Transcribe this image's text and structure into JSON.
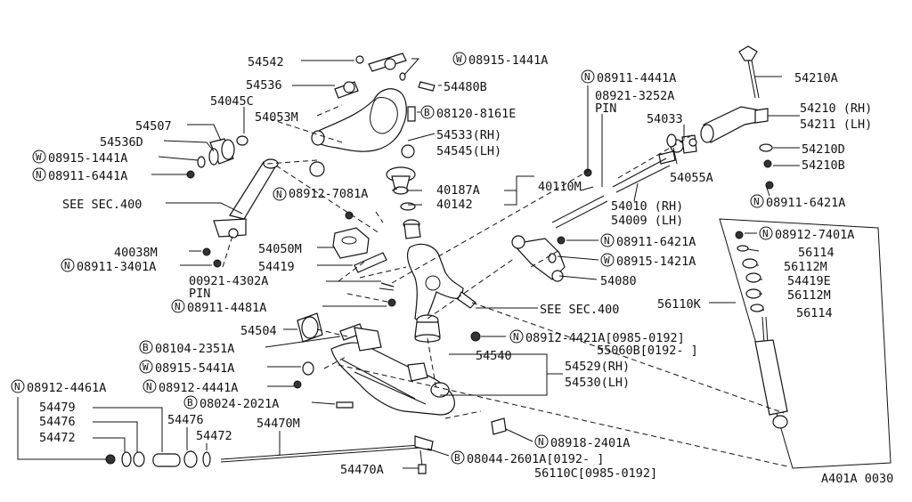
{
  "diagram_id": "A401A 0030",
  "labels": {
    "p54542": "54542",
    "p54536": "54536",
    "p54045c": "54045C",
    "p54053m": "54053M",
    "p54507": "54507",
    "p54536d": "54536D",
    "w08915_1441a_a": "08915-1441A",
    "w08915_1441a_b": "08915-1441A",
    "n08911_6441a": "08911-6441A",
    "p54480b": "54480B",
    "b08120_8161e": "08120-8161E",
    "p54533": "54533(RH)",
    "p54545": "54545(LH)",
    "see400_a": "SEE SEC.400",
    "n08912_7081a": "08912-7081A",
    "p40187a": "40187A",
    "p40142": "40142",
    "p40110m": "40110M",
    "n08911_4441a": "08911-4441A",
    "p08921_3252a": "08921-3252A",
    "pin_a": "PIN",
    "p54033": "54033",
    "p54055a": "54055A",
    "p54010": "54010 (RH)",
    "p54009": "54009 (LH)",
    "p54210a": "54210A",
    "p54210": "54210 (RH)",
    "p54211": "54211 (LH)",
    "p54210d": "54210D",
    "p54210b": "54210B",
    "n08911_6421a_a": "08911-6421A",
    "n08911_6421a_b": "08911-6421A",
    "w08915_1421a": "08915-1421A",
    "p54080": "54080",
    "p40038m": "40038M",
    "n08911_3401a": "08911-3401A",
    "p54050m": "54050M",
    "p54419": "54419",
    "p00921_4302a": "00921-4302A",
    "pin_b": "PIN",
    "n08911_4481a": "08911-4481A",
    "see400_b": "SEE SEC.400",
    "n08912_7401a": "08912-7401A",
    "p56114_a": "56114",
    "p56112m_a": "56112M",
    "p54419e": "54419E",
    "p56112m_b": "56112M",
    "p56114_b": "56114",
    "p56110k": "56110K",
    "p54504": "54504",
    "b08104_2351a": "08104-2351A",
    "w08915_5441a": "08915-5441A",
    "n08912_4441a": "08912-4441A",
    "n08912_4421a": "08912-4421A[0985-0192]",
    "p55060b": "55060B[0192-     ]",
    "p54540": "54540",
    "p54529": "54529(RH)",
    "p54530": "54530(LH)",
    "n08912_4461a": "08912-4461A",
    "b08024_2021a": "08024-2021A",
    "p54479": "54479",
    "p54476_a": "54476",
    "p54472_a": "54472",
    "p54476_b": "54476",
    "p54472_b": "54472",
    "p54470m": "54470M",
    "n08918_2401a": "08918-2401A",
    "b08044_2601a": "08044-2601A[0192-     ]",
    "p56110c": "56110C[0985-0192]",
    "p54470a": "54470A"
  },
  "markers": {
    "n": "N",
    "w": "W",
    "b": "B"
  }
}
